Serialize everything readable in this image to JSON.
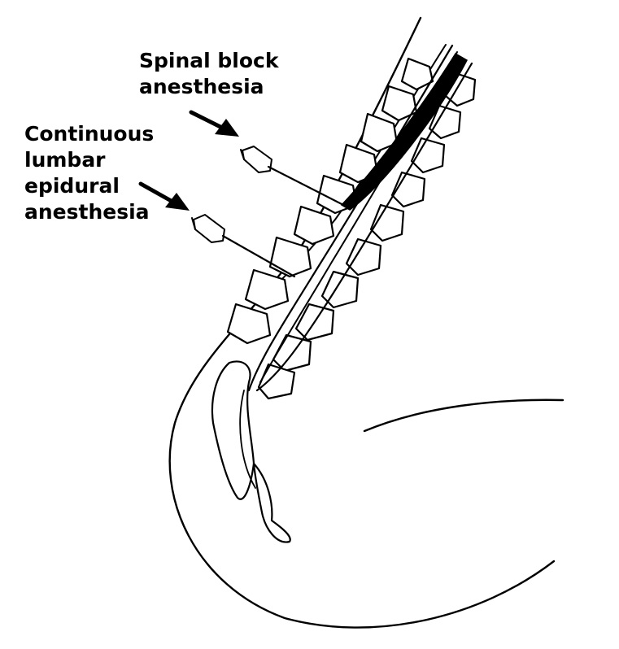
{
  "labels": {
    "spinal_block": [
      "Spinal block",
      "anesthesia"
    ],
    "continuous_lumbar_epidural": [
      "Continuous",
      "lumbar",
      "epidural",
      "anesthesia"
    ]
  },
  "colors": {
    "ink": "#000000",
    "background": "#ffffff"
  }
}
